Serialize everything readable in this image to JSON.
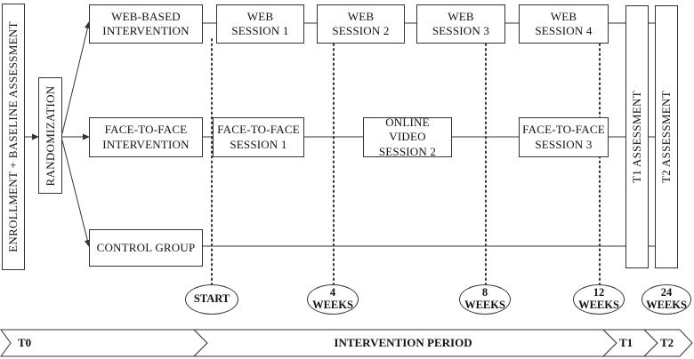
{
  "left_boxes": {
    "enrollment": "ENROLLMENT + BASELINE ASSESSMENT",
    "randomization": "RANDOMIZATION"
  },
  "arms": {
    "web": "WEB-BASED INTERVENTION",
    "face": "FACE-TO-FACE INTERVENTION",
    "control": "CONTROL GROUP"
  },
  "sessions": {
    "web_1": "WEB SESSION 1",
    "web_2": "WEB SESSION 2",
    "web_3": "WEB SESSION 3",
    "web_4": "WEB SESSION 4",
    "face_1": "FACE-TO-FACE SESSION 1",
    "face_2": "ONLINE VIDEO SESSION 2",
    "face_3": "FACE-TO-FACE SESSION 3"
  },
  "assessments": {
    "t1": "T1 ASSESSMENT",
    "t2": "T2 ASSESSMENT"
  },
  "milestones": {
    "start": "START",
    "week4_num": "4",
    "week4_unit": "WEEKS",
    "week8_num": "8",
    "week8_unit": "WEEKS",
    "week12_num": "12",
    "week12_unit": "WEEKS",
    "week24_num": "24",
    "week24_unit": "WEEKS"
  },
  "timeline": {
    "t0": "T0",
    "period": "INTERVENTION PERIOD",
    "t1": "T1",
    "t2": "T2"
  }
}
